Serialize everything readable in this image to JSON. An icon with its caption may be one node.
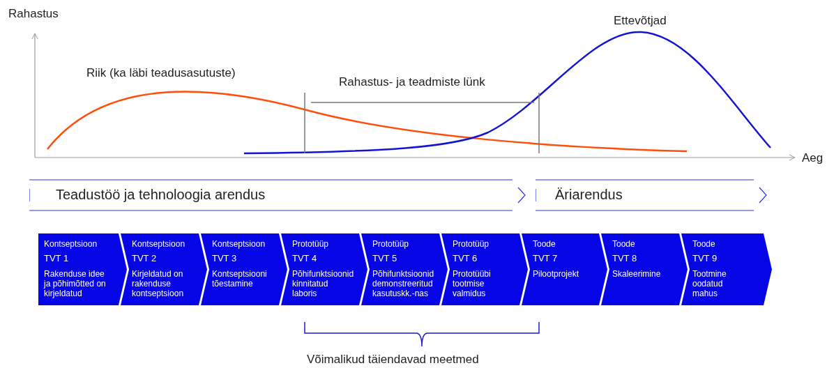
{
  "diagram": {
    "nodes": [
      {
        "text": [
          "Teadustöö ja tehnoloogia arendus"
        ]
      },
      {
        "text": [
          "Äriarendus"
        ]
      },
      {
        "text": [
          "Kontseptsioon",
          "TVT 1",
          "Rakenduse idee ja põhimõtted on kirjeldatud"
        ]
      },
      {
        "text": [
          "Kontseptsioon",
          "TVT 2",
          "Kirjeldatud on rakenduse kontseptsioon"
        ]
      },
      {
        "text": [
          "Kontseptsioon",
          "TVT 3",
          "Kontseptsiooni tõestamine"
        ]
      },
      {
        "text": [
          "Prototüüp",
          "TVT 4",
          "Põhifunktsioonid kinnitatud laboris"
        ]
      },
      {
        "text": [
          "Prototüüp",
          "TVT 5",
          "Põhifunktsioonid demonstreeritud kasutuskk.-nas"
        ]
      },
      {
        "text": [
          "Prototüüp",
          "TVT 6",
          "Prototüübi tootmise valmidus"
        ]
      },
      {
        "text": [
          "Toode",
          "TVT 7",
          "Pilootprojekt"
        ]
      },
      {
        "text": [
          "Toode",
          "TVT 8",
          "Skaleerimine"
        ]
      },
      {
        "text": [
          "Toode",
          "TVT 9",
          "Tootmine oodatud mahus"
        ]
      }
    ],
    "labels": [
      "Rahastus",
      "Ettevõtjad",
      "Riik (ka läbi teadusasutuste)",
      "Rahastus- ja teadmiste lünk",
      "Aeg",
      "Võimalikud täiendavad meetmed"
    ]
  }
}
